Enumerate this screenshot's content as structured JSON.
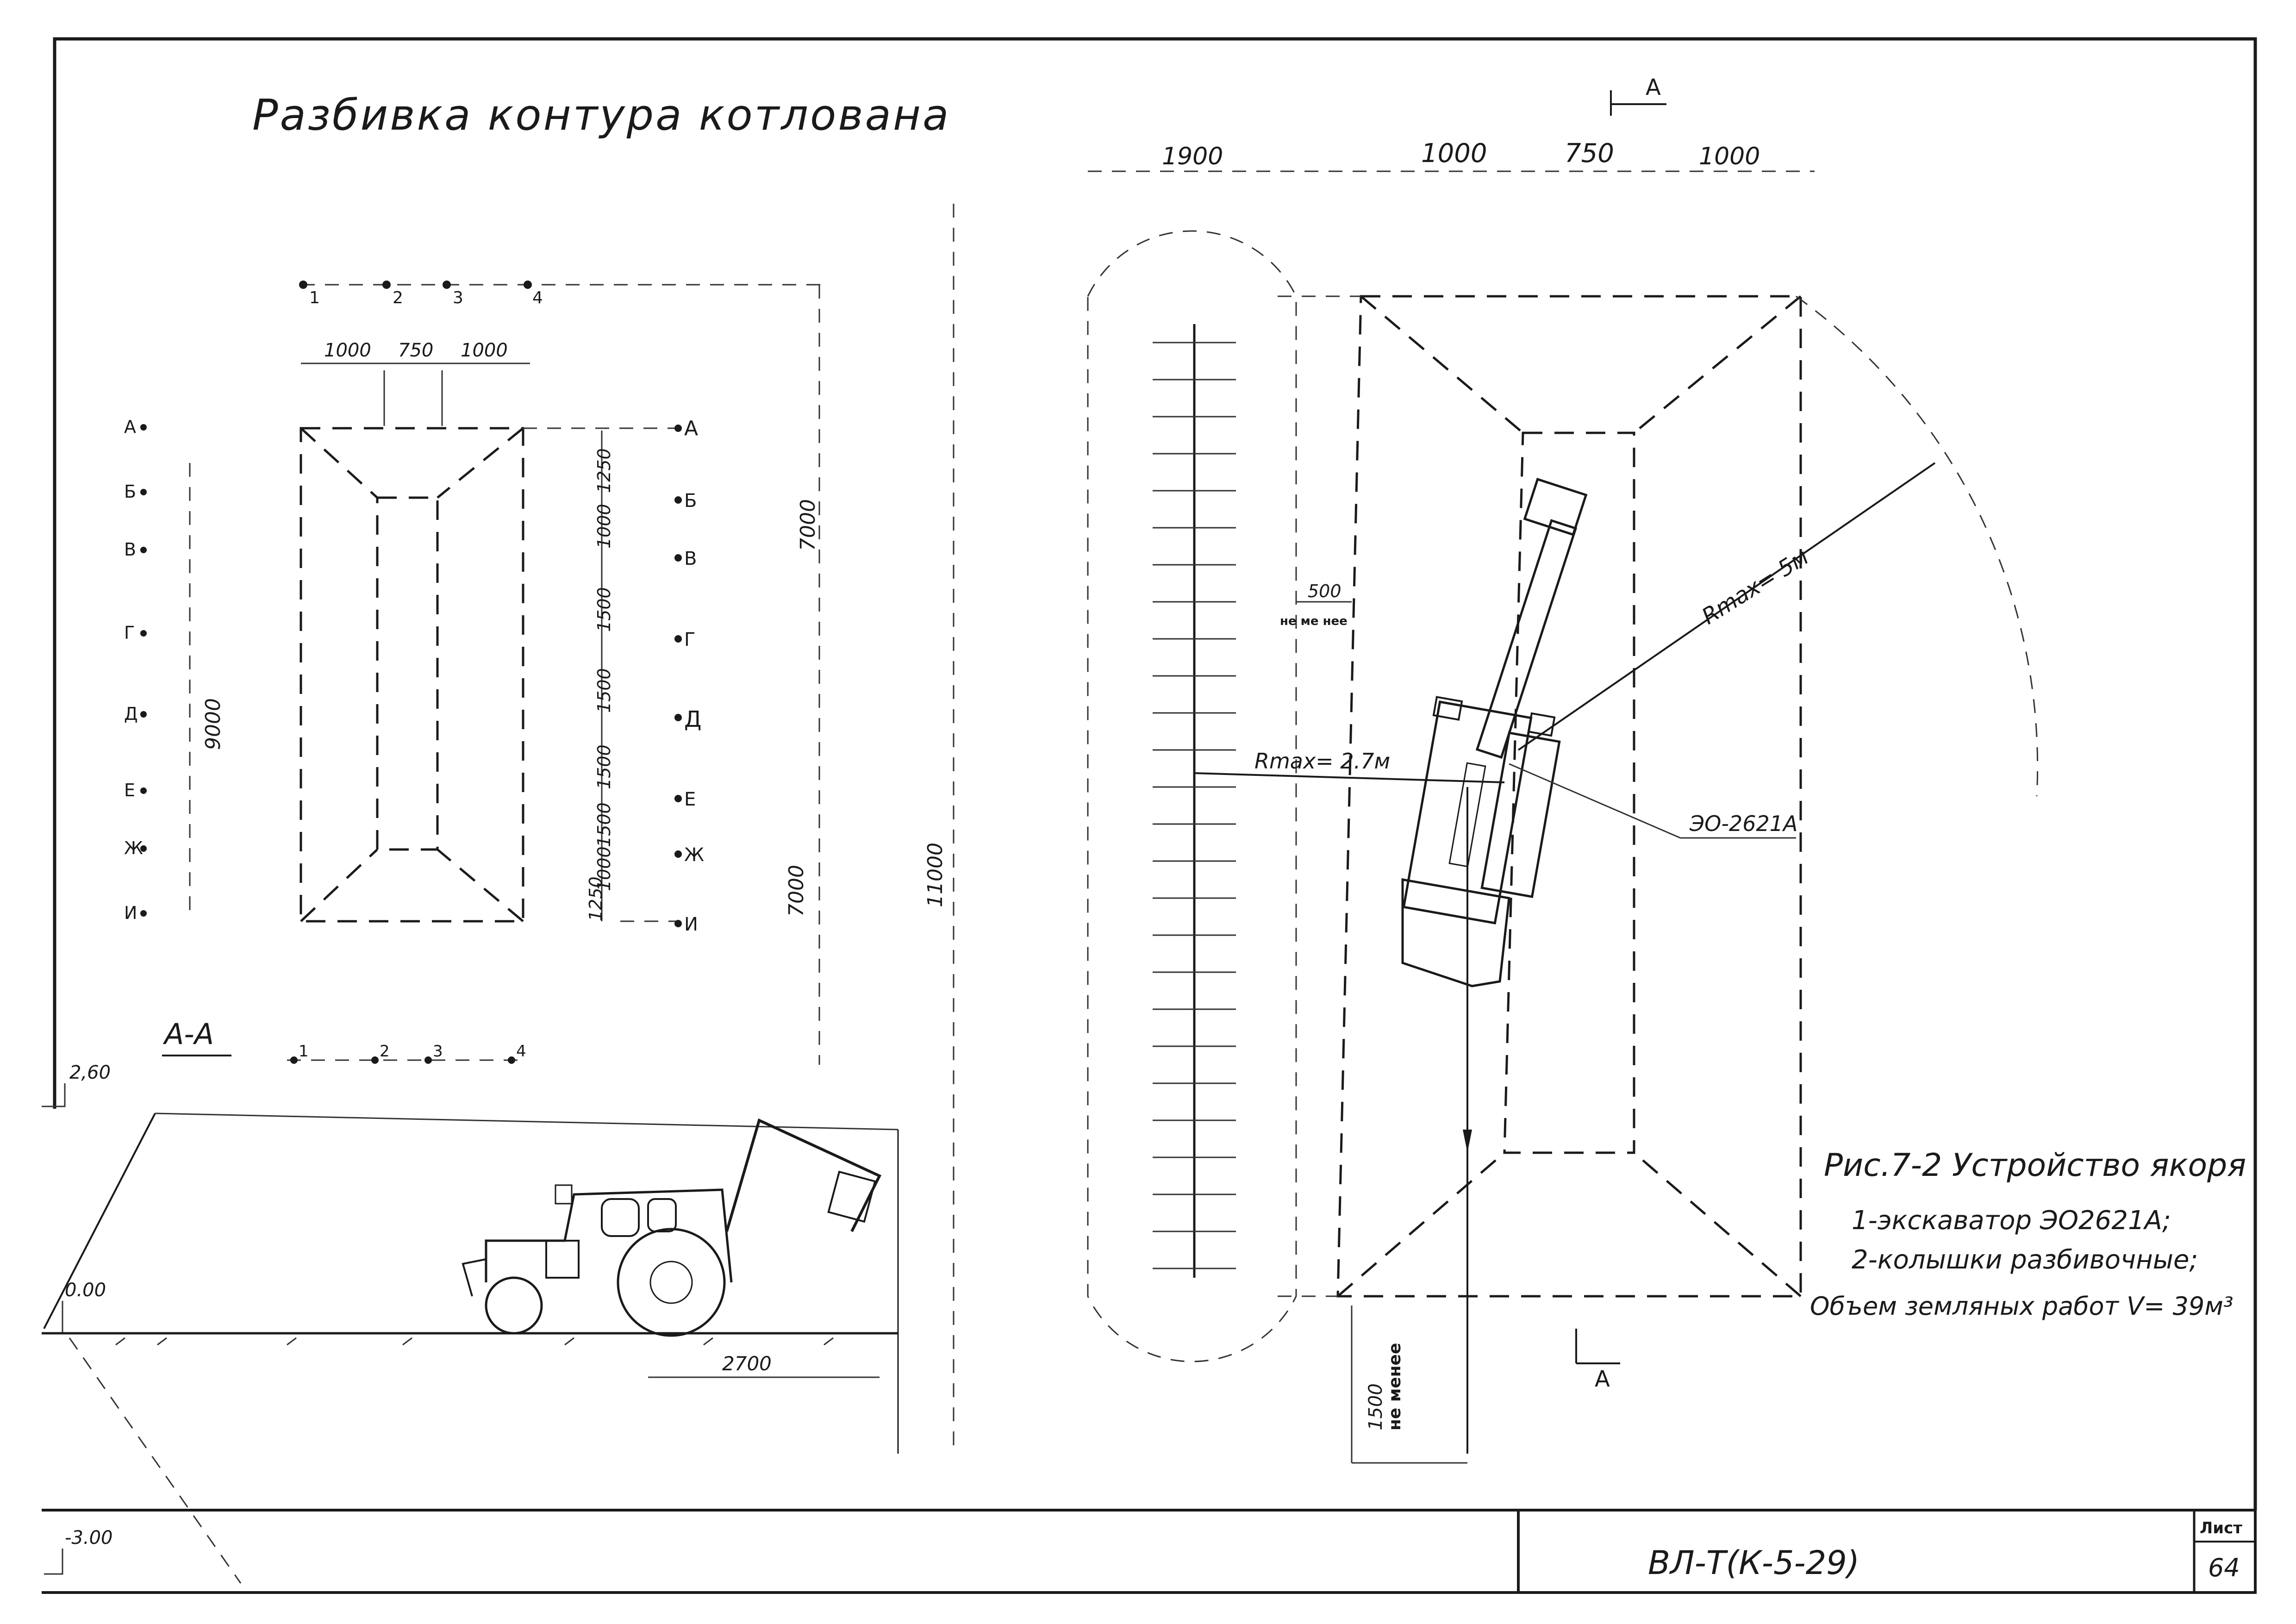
{
  "plan_title": "Разбивка контура котлована",
  "section_mark_top": "А",
  "section_mark_bottom": "А",
  "left_plan": {
    "stake_numbers": [
      "1",
      "2",
      "3",
      "4"
    ],
    "top_dims": [
      "1000",
      "750",
      "1000"
    ],
    "row_letters": [
      "А",
      "Б",
      "В",
      "Г",
      "Д",
      "Е",
      "Ж",
      "И"
    ],
    "vertical_dims": [
      "1250",
      "1000",
      "1500",
      "1500",
      "1500",
      "1500",
      "1000",
      "1250"
    ],
    "total_height": "9000",
    "dim_7000_upper": "7000",
    "dim_7000_lower": "7000",
    "dim_11000": "11000"
  },
  "section": {
    "title": "А-А",
    "stake_numbers": [
      "1",
      "2",
      "3",
      "4"
    ],
    "level_top": "2,60",
    "level_ground": "0.00",
    "level_bottom": "-3.00",
    "reach_dim": "2700"
  },
  "right_plan": {
    "top_dims": [
      "1900",
      "1000",
      "750",
      "1000"
    ],
    "radius_max_long": "Rmax= 5м",
    "radius_max_short": "Rmax= 2.7м",
    "excavator_label": "ЭО-2621А",
    "min_500_value": "500",
    "min_500_note": "не ме нее",
    "min_1500_value": "1500",
    "min_1500_note": "не менее"
  },
  "caption": {
    "title": "Рис.7-2 Устройство якоря",
    "line1": "1-экскаватор ЭО2621А;",
    "line2": "2-колышки разбивочные;",
    "line3": "Объем земляных работ V= 39м³"
  },
  "stamp": {
    "code": "ВЛ-Т(К-5-29)",
    "sheet_label": "Лист",
    "sheet_number": "64"
  }
}
